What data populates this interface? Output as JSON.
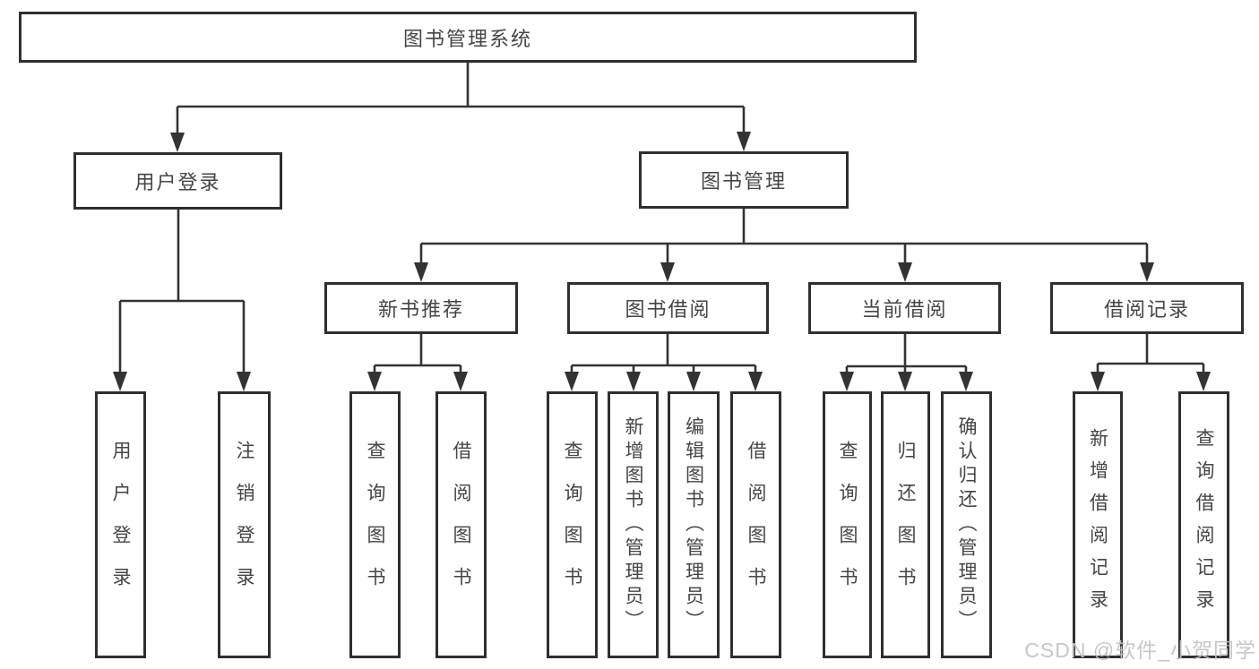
{
  "root": {
    "label": "图书管理系统"
  },
  "branches": [
    {
      "label": "用户登录",
      "children": [
        {
          "label": "用户登录"
        },
        {
          "label": "注销登录"
        }
      ]
    },
    {
      "label": "图书管理",
      "children": [
        {
          "label": "新书推荐",
          "children": [
            {
              "label": "查询图书"
            },
            {
              "label": "借阅图书"
            }
          ]
        },
        {
          "label": "图书借阅",
          "children": [
            {
              "label": "查询图书"
            },
            {
              "label": "新增图书（管理员）"
            },
            {
              "label": "编辑图书（管理员）"
            },
            {
              "label": "借阅图书"
            }
          ]
        },
        {
          "label": "当前借阅",
          "children": [
            {
              "label": "查询图书"
            },
            {
              "label": "归还图书"
            },
            {
              "label": "确认归还（管理员）"
            }
          ]
        },
        {
          "label": "借阅记录",
          "children": [
            {
              "label": "新增借阅记录"
            },
            {
              "label": "查询借阅记录"
            }
          ]
        }
      ]
    }
  ],
  "watermark": "CSDN @软件_小贺同学",
  "colors": {
    "line": "#333333",
    "box_border": "#2f2f2f",
    "text": "#454545",
    "watermark": "#c3c3c3",
    "background": "#ffffff"
  }
}
